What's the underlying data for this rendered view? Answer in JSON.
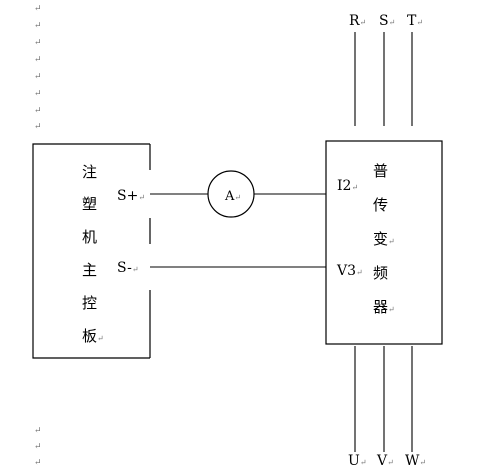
{
  "left_board": {
    "chars": [
      "注",
      "塑",
      "机",
      "主",
      "控",
      "板"
    ],
    "terminals": {
      "s_plus": "S+",
      "s_minus": "S-"
    }
  },
  "ammeter": {
    "label": "A"
  },
  "inverter": {
    "chars": [
      "普",
      "传",
      "变",
      "频",
      "器"
    ],
    "terminals": {
      "i2": "I2",
      "v3": "V3"
    }
  },
  "input_terminals": [
    "R",
    "S",
    "T"
  ],
  "output_terminals": [
    "U",
    "V",
    "W"
  ],
  "marks": {
    "return_arrow": "↵",
    "paragraph_mark": "↵"
  }
}
